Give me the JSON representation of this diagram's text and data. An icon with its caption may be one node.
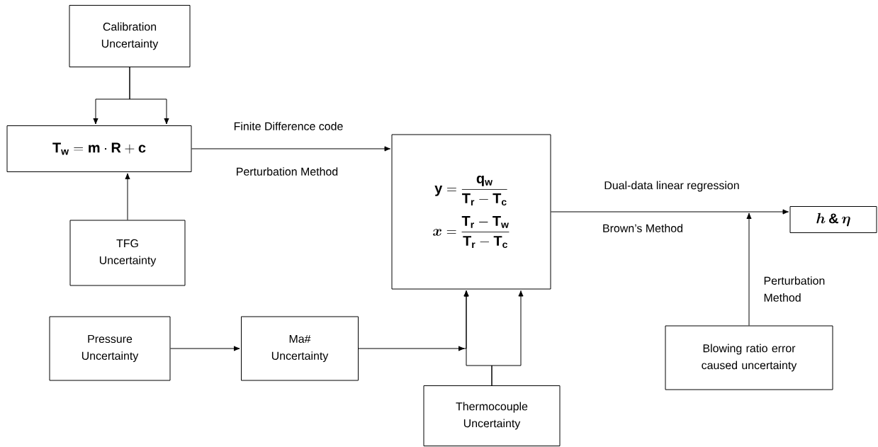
{
  "diagram": {
    "nodes": [
      {
        "text": [
          "Calibration Uncertainty"
        ]
      },
      {
        "text": [
          "\\mathbf{T_w} = \\mathbf{m} \\cdot \\mathbf{R} + \\mathbf{c}"
        ]
      },
      {
        "text": [
          "TFG Uncertainty"
        ]
      },
      {
        "text": [
          "\\mathbf{y} = \\frac{\\mathbf{q_w}}{\\mathbf{T_r} - \\mathbf{T_c}}",
          "\\boldsymbol{x} = \\frac{\\mathbf{T_r} - \\mathbf{T_w}}{\\mathbf{T_r} - \\mathbf{T_c}}"
        ]
      },
      {
        "text": [
          "\\boldsymbol{h \\,\\&\\, \\eta}"
        ]
      },
      {
        "text": [
          "Pressure Uncertainty"
        ]
      },
      {
        "text": [
          "Ma# Uncertainty"
        ]
      },
      {
        "text": [
          "Thermocouple Uncertainty"
        ]
      },
      {
        "text": [
          "Blowing ratio error caused uncertainty"
        ]
      }
    ],
    "edges": [
      {
        "from": 0,
        "to": 1,
        "arrow": "to"
      },
      {
        "from": 0,
        "to": 1,
        "arrow": "to"
      },
      {
        "from": 2,
        "to": 1,
        "arrow": "to"
      },
      {
        "from": 1,
        "to": 3,
        "arrow": "to",
        "label": "Finite Difference code"
      },
      {
        "from": 3,
        "to": 4,
        "arrow": "to",
        "label": "Dual-data linear regression"
      },
      {
        "from": 8,
        "to": null,
        "arrow": "to",
        "label": "Perturbation Method"
      },
      {
        "from": 5,
        "to": 6,
        "arrow": "to"
      },
      {
        "from": 6,
        "to": 3,
        "arrow": "to"
      },
      {
        "from": 7,
        "to": 3,
        "arrow": "to"
      },
      {
        "from": 7,
        "to": 3,
        "arrow": "to"
      }
    ],
    "labels": [
      "Perturbation Method",
      "Brown’s Method"
    ]
  }
}
